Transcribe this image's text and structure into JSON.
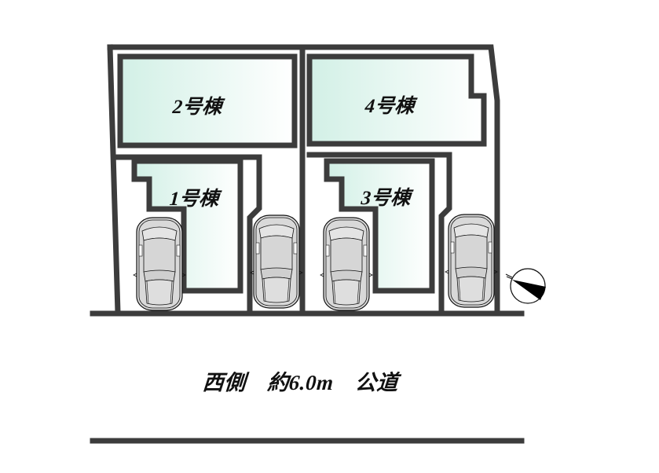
{
  "plan": {
    "buildings": [
      {
        "id": "b1",
        "label": "1号棟"
      },
      {
        "id": "b2",
        "label": "2号棟"
      },
      {
        "id": "b3",
        "label": "3号棟"
      },
      {
        "id": "b4",
        "label": "4号棟"
      }
    ],
    "parking_spaces": 4,
    "road": {
      "label": "西側　約6.0m　公道",
      "direction": "西側",
      "width": "約6.0m",
      "type": "公道"
    },
    "compass": {
      "icon": "north-arrow-icon"
    }
  },
  "colors": {
    "line": "#3c3c3c",
    "building_fill_start": "#d2f0e6",
    "building_fill_end": "#ffffff",
    "car_fill": "#dcdcdc",
    "background": "#ffffff"
  }
}
